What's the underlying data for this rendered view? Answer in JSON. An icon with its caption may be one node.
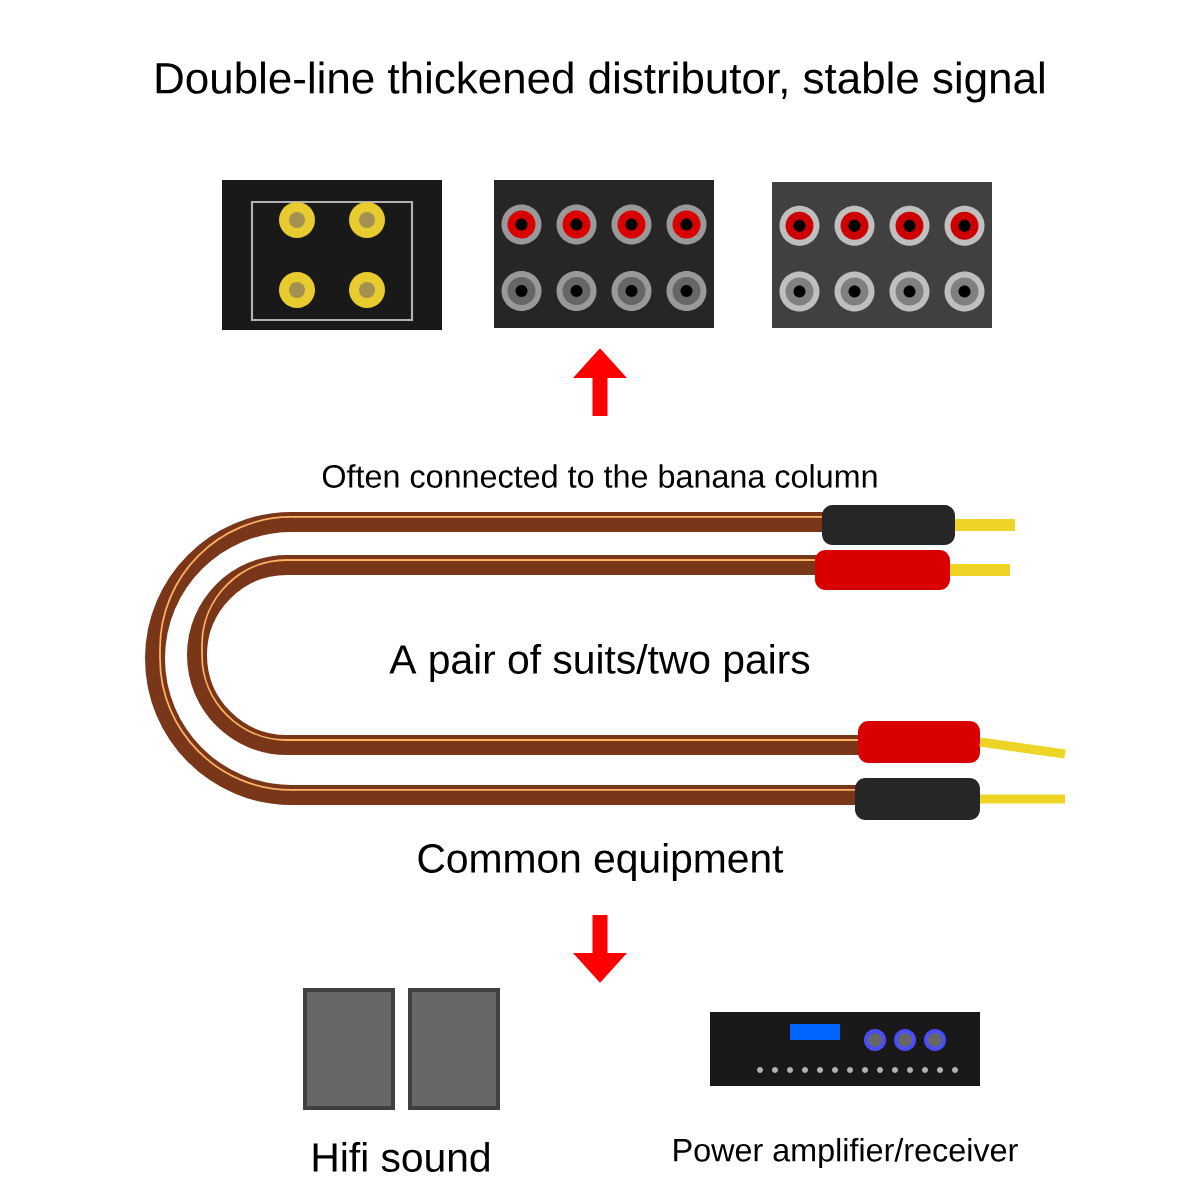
{
  "diagram": {
    "title": "Double-line thickened distributor, stable signal",
    "nodes": [
      {
        "text": [],
        "shape": "picture"
      },
      {
        "text": [],
        "shape": "picture"
      },
      {
        "text": [],
        "shape": "picture"
      },
      {
        "text": [],
        "shape": "picture"
      },
      {
        "text": [],
        "shape": "picture",
        "beside": [
          "Hifi sound"
        ]
      },
      {
        "text": [],
        "shape": "picture",
        "beside": [
          "Power amplifier/receiver"
        ]
      }
    ],
    "labels": [
      "Often connected to the banana column",
      "A pair of suits/two pairs",
      "Common equipment"
    ]
  }
}
